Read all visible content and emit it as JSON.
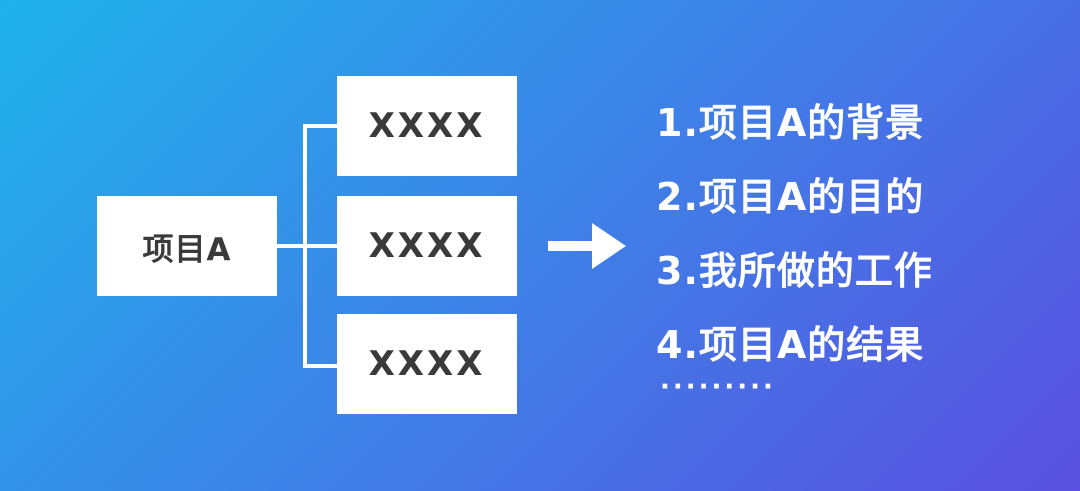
{
  "root": {
    "label": "项目A"
  },
  "children": [
    {
      "label": "XXXX"
    },
    {
      "label": "XXXX"
    },
    {
      "label": "XXXX"
    }
  ],
  "outline": {
    "items": [
      "1.项目A的背景",
      "2.项目A的目的",
      "3.我所做的工作",
      "4.项目A的结果"
    ],
    "ellipsis": "·········"
  },
  "colors": {
    "gradient_start": "#1fb3ea",
    "gradient_mid": "#3b86e8",
    "gradient_end": "#5a4fe0",
    "box": "#ffffff",
    "box_text": "#3a3a3a",
    "list_text": "#ffffff"
  },
  "icons": {
    "arrow": "arrow-right-icon"
  }
}
